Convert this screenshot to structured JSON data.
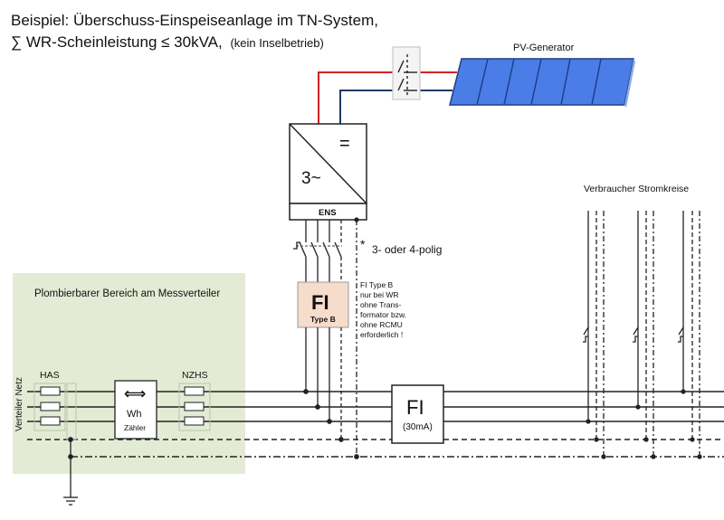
{
  "title": {
    "line1": "Beispiel: Überschuss-Einspeiseanlage im TN-System,",
    "line2_main": "∑ WR-Scheinleistung ≤ 30kVA,",
    "line2_note": "(kein Inselbetrieb)"
  },
  "pv": {
    "label": "PV-Generator",
    "color": "#4a7ee6"
  },
  "inverter": {
    "dc_symbol": "=",
    "ac_symbol": "3~",
    "ens_label": "ENS"
  },
  "switch_note": {
    "star": "*",
    "text": "3- oder 4-polig"
  },
  "rcd_b": {
    "fi": "FI",
    "type": "Type B",
    "note": [
      "FI Type B",
      "nur bei WR",
      "ohne Trans-",
      "formator bzw.",
      "ohne RCMU",
      "erforderlich !"
    ],
    "fill": "#f6dccb"
  },
  "sealed_area": {
    "label": "Plombierbarer Bereich am Messverteiler",
    "fill": "#e4ebd5"
  },
  "has_label": "HAS",
  "nzhs_label": "NZHS",
  "grid_label": "Verteiler Netz",
  "meter": {
    "arrow": "⟺",
    "wh": "Wh",
    "label": "Zähler",
    "arrow_color": "#2f5f9a"
  },
  "rcd_main": {
    "fi": "FI",
    "rating": "(30mA)"
  },
  "consumers_label": "Verbraucher Stromkreise",
  "colors": {
    "dc_plus": "#cc2222",
    "dc_minus": "#1f3a66"
  }
}
